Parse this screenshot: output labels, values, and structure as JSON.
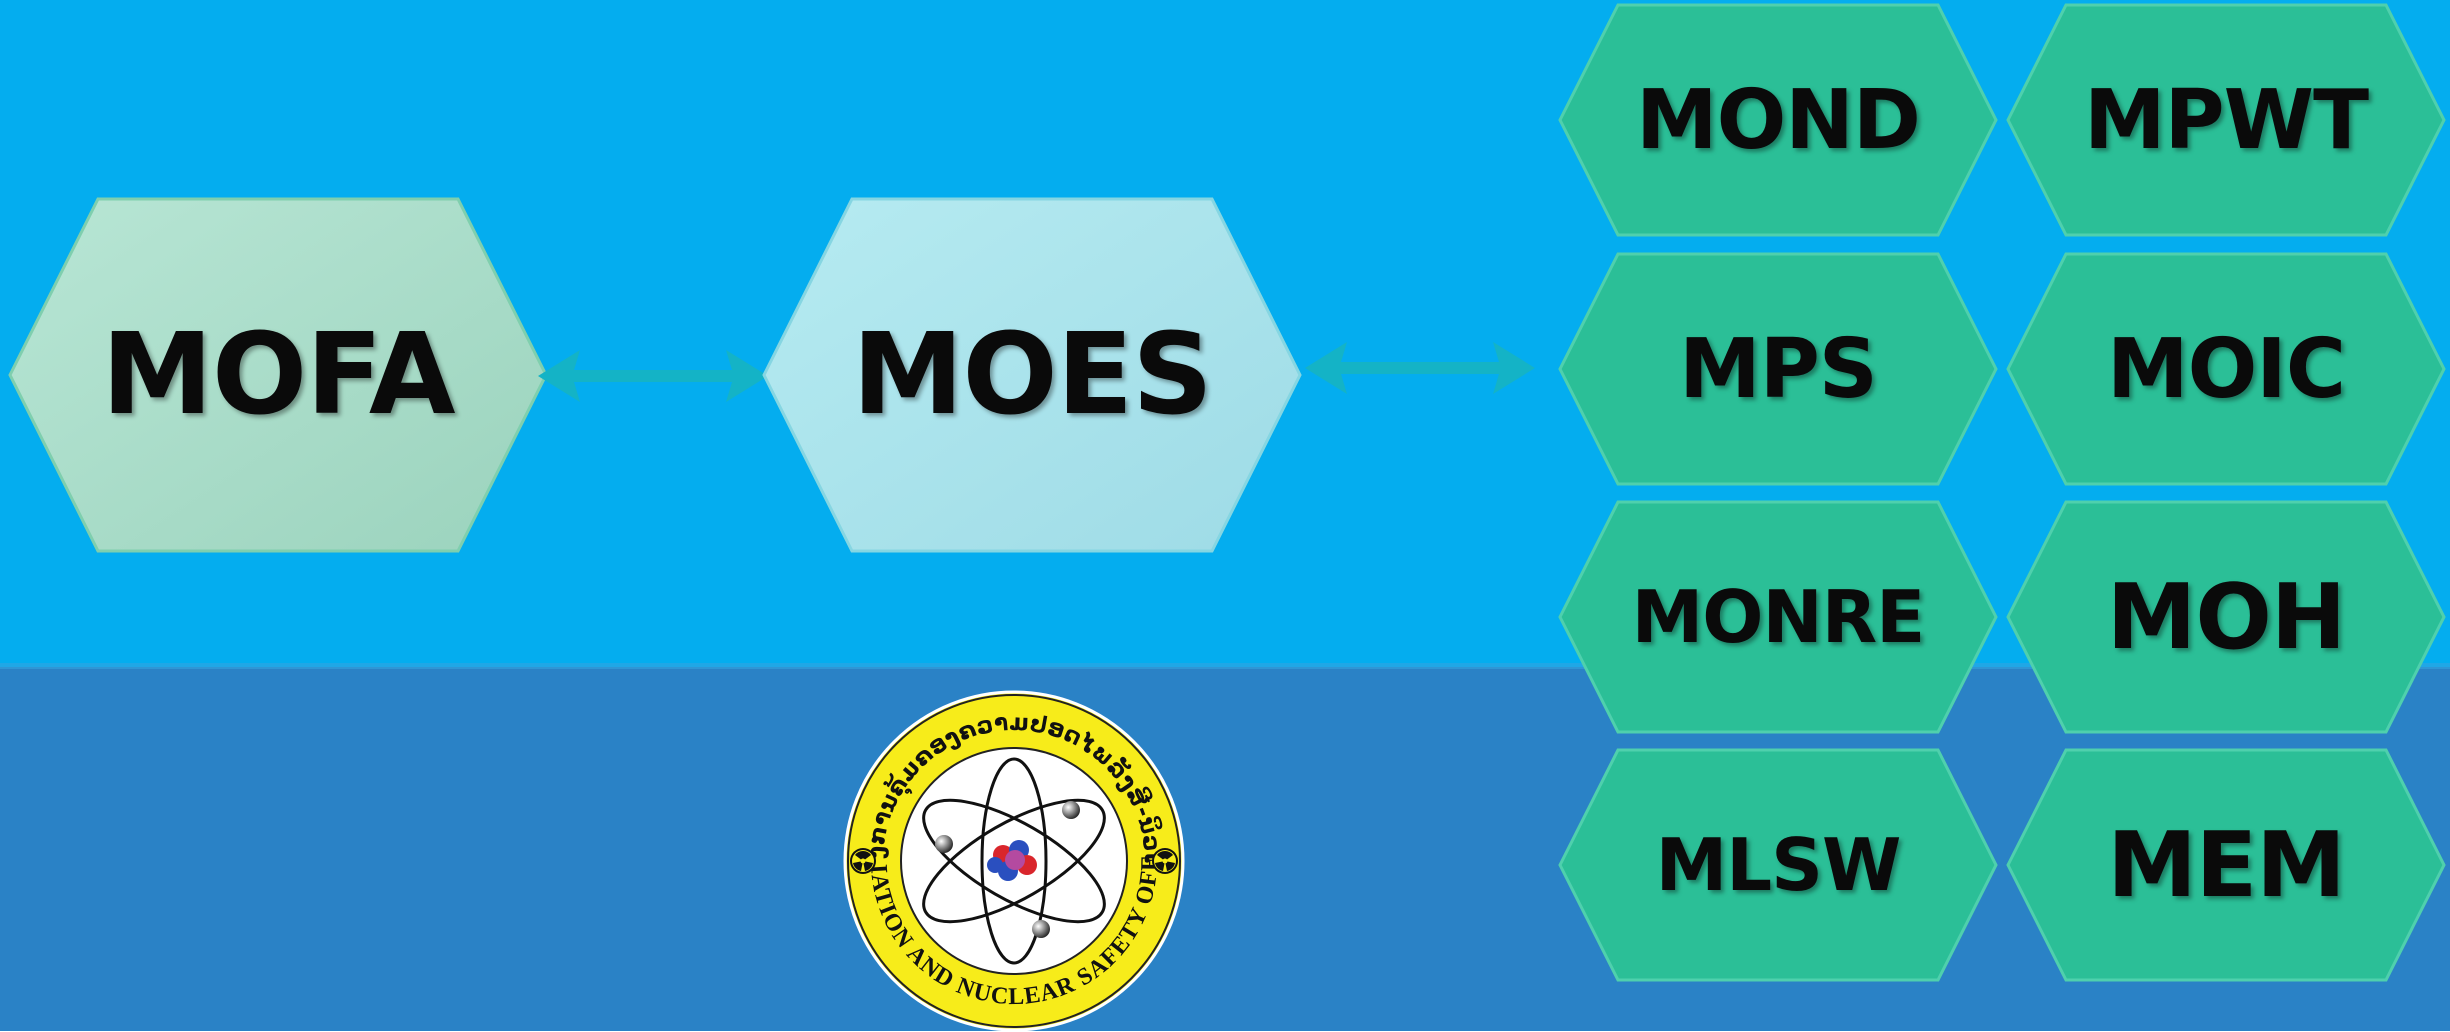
{
  "center_nodes": [
    {
      "id": "mofa",
      "label": "MOFA",
      "color": "#a9dcc9"
    },
    {
      "id": "moes",
      "label": "MOES",
      "color": "#a9e3eb"
    }
  ],
  "ministries_left": [
    {
      "label": "MOND"
    },
    {
      "label": "MPS"
    },
    {
      "label": "MONRE"
    },
    {
      "label": "MLSW"
    }
  ],
  "ministries_right": [
    {
      "label": "MPWT"
    },
    {
      "label": "MOIC"
    },
    {
      "label": "MOH"
    },
    {
      "label": "MEM"
    }
  ],
  "ministry_color": "#2bbf97",
  "arrow_color": "#14b3c6",
  "seal": {
    "lao_text": "ຫ້ອງການຄຸ້ມຄອງຄວາມປອດໄພລັງສີ-ນິວເຄຼຍ",
    "english_text": "RADIATION AND NUCLEAR SAFETY OFFICE"
  }
}
